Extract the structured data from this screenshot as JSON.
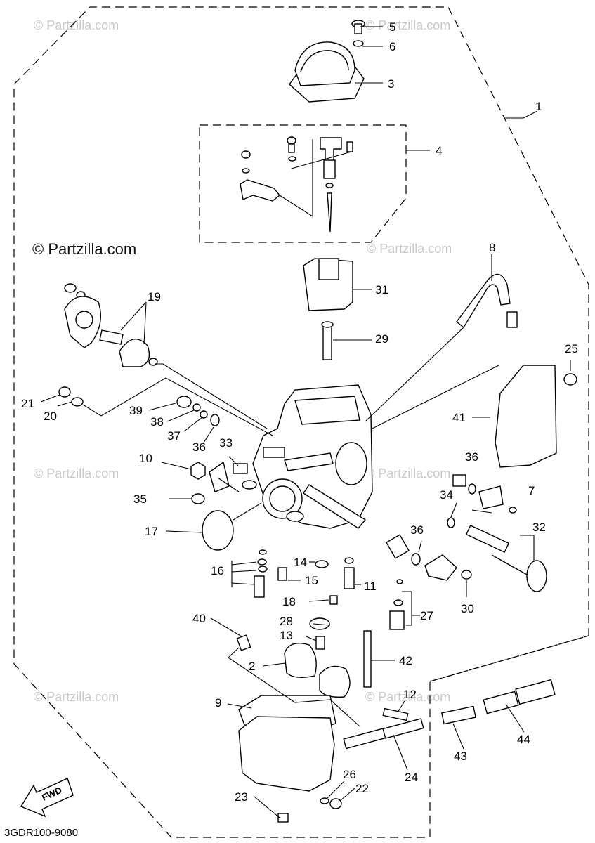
{
  "watermark": "© Partzilla.com",
  "diagram_code": "3GDR100-9080",
  "fwd_label": "FWD",
  "callouts": [
    "1",
    "2",
    "3",
    "4",
    "5",
    "6",
    "7",
    "8",
    "9",
    "10",
    "11",
    "12",
    "13",
    "14",
    "15",
    "16",
    "17",
    "18",
    "19",
    "20",
    "21",
    "22",
    "23",
    "24",
    "25",
    "26",
    "27",
    "28",
    "29",
    "30",
    "31",
    "32",
    "33",
    "34",
    "35",
    "36",
    "36",
    "36",
    "37",
    "38",
    "39",
    "40",
    "41",
    "42",
    "43",
    "44"
  ]
}
